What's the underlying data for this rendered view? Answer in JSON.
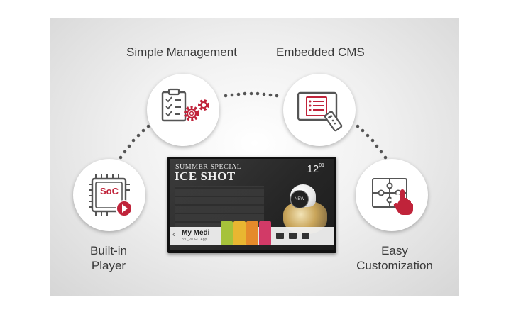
{
  "features": {
    "simple_management": "Simple Management",
    "embedded_cms": "Embedded CMS",
    "builtin_player_line1": "Built-in",
    "builtin_player_line2": "Player",
    "easy_customization_line1": "Easy",
    "easy_customization_line2": "Customization",
    "soc_label": "SoC"
  },
  "tv": {
    "promo_line1": "SUMMER SPECIAL",
    "promo_line2": "ICE SHOT",
    "time": "12",
    "time_minutes": "01",
    "badge": "NEW",
    "bar_title": "My Medi",
    "bar_subtitle": "8:1_VIDEO App"
  },
  "colors": {
    "accent_red": "#c0233a",
    "icon_gray": "#555555",
    "dot_gray": "#555555",
    "tile_lime": "#a6c23a",
    "tile_yellow": "#e8b631",
    "tile_orange": "#e58a2b",
    "tile_pink": "#d23a67"
  }
}
